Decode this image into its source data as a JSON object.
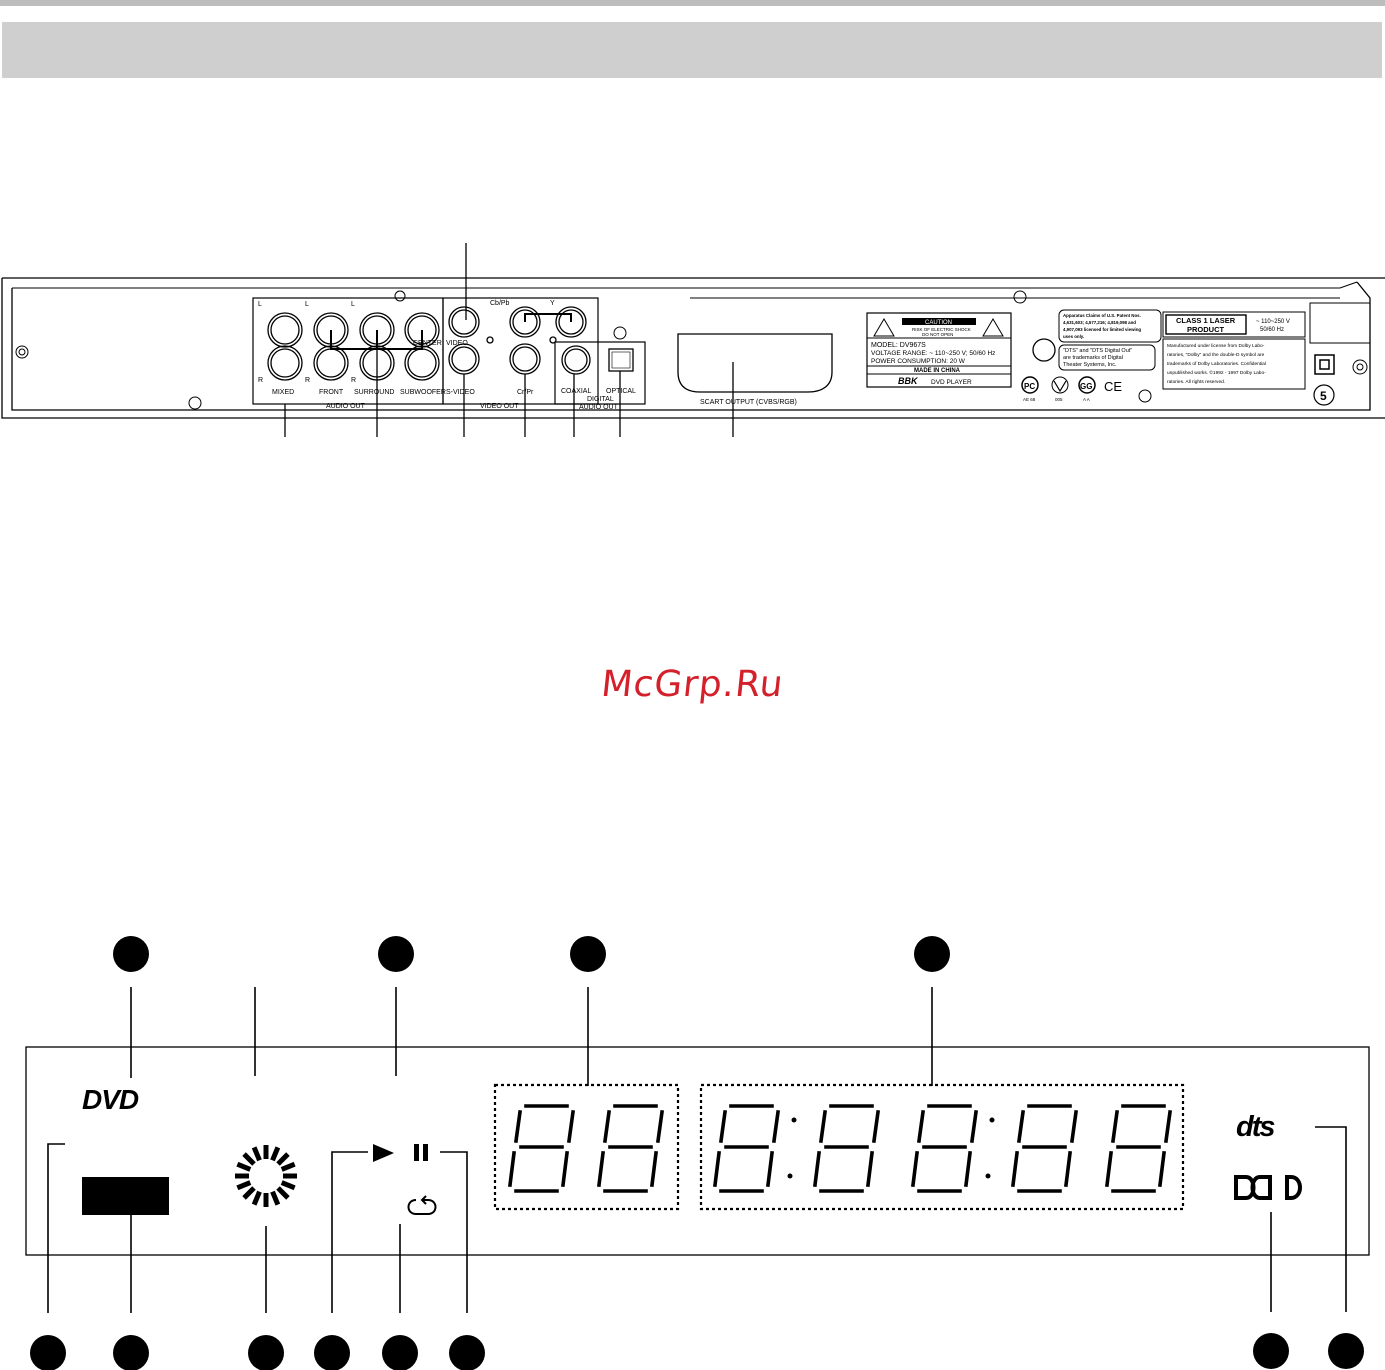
{
  "rear_panel": {
    "audio_out": {
      "group_label": "AUDIO OUT",
      "mixed_label": "MIXED",
      "front_label": "FRONT",
      "surround_label": "SURROUND",
      "subwoofer_label": "SUBWOOFER",
      "center_label": "CENTER",
      "left_marker": "L",
      "right_marker": "R"
    },
    "video_out": {
      "group_label": "VIDEO OUT",
      "video_label": "VIDEO",
      "svideo_label": "S-VIDEO",
      "cbpb_label": "Cb/Pb",
      "y_label": "Y",
      "crpr_label": "Cr/Pr"
    },
    "digital_audio_out": {
      "group_label_line1": "DIGITAL",
      "group_label_line2": "AUDIO OUT",
      "coaxial_label": "COAXIAL",
      "optical_label": "OPTICAL"
    },
    "scart_label": "SCART OUTPUT (CVBS/RGB)",
    "model_plate": {
      "caution_title": "CAUTION",
      "caution_line1": "RISK OF ELECTRIC SHOCK",
      "caution_line2": "DO NOT OPEN",
      "model_line": "MODEL: DV967S",
      "voltage_line": "VOLTAGE RANGE: ~ 110~250 V; 50/60 Hz",
      "power_line": "POWER CONSUMPTION: 20 W",
      "made_in": "MADE IN CHINA",
      "brand": "BBK",
      "product": "DVD PLAYER"
    },
    "patent_note": [
      "Apparatus Claims of U.S. Patent Nos.",
      "4,631,603; 4,577,216; 4,819,098 and",
      "4,907,093 licensed for limited viewing",
      "uses only."
    ],
    "dts_note": [
      "\"DTS\" and \"DTS Digital Out\"",
      "are trademarks of Digital",
      "Theater Systems, Inc."
    ],
    "laser_label": [
      "CLASS 1 LASER",
      "PRODUCT"
    ],
    "voltage_box": [
      "~ 110~250 V",
      "50/60 Hz"
    ],
    "dolby_note": [
      "Manufactured under license from Dolby Labo-",
      "ratories, \"Dolby\" and the double-D symbol are",
      "trademarks of Dolby Laboratories. Confidential",
      "unpublished works. ©1992 - 1997 Dolby Labo-",
      "ratories. All rights reserved."
    ],
    "cert_codes": [
      "AE 68",
      "005",
      "A A"
    ],
    "ce_mark": "CE",
    "region_code": "5"
  },
  "front_display": {
    "dvd_logo": "DVD",
    "dts_logo": "dts",
    "dolby_logo": "D◖D",
    "play_icon": "play-icon",
    "pause_icon": "pause-icon",
    "repeat_icon": "repeat-icon"
  },
  "watermark": "McGrp.Ru",
  "colors": {
    "watermark": "#d4202a",
    "header_bar": "#cfcfcf"
  }
}
